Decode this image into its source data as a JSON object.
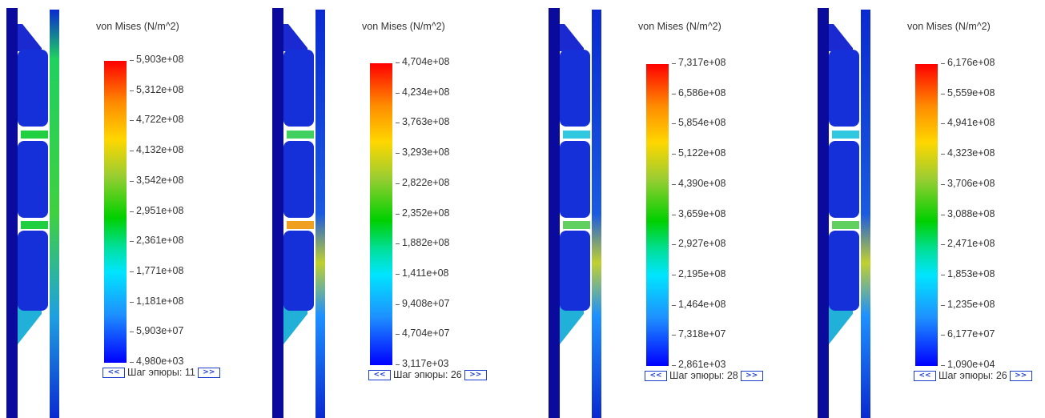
{
  "chart_data": [
    {
      "type": "contour-legend",
      "title": "von Mises (N/m^2)",
      "ticks": [
        "5,903e+08",
        "5,312e+08",
        "4,722e+08",
        "4,132e+08",
        "3,542e+08",
        "2,951e+08",
        "2,361e+08",
        "1,771e+08",
        "1,181e+08",
        "5,903e+07",
        "4,980e+03"
      ],
      "max": 590300000,
      "min": 4980,
      "step_label": "Шаг эпюры: 11",
      "prev_label": "<<",
      "next_label": ">>"
    },
    {
      "type": "contour-legend",
      "title": "von Mises (N/m^2)",
      "ticks": [
        "4,704e+08",
        "4,234e+08",
        "3,763e+08",
        "3,293e+08",
        "2,822e+08",
        "2,352e+08",
        "1,882e+08",
        "1,411e+08",
        "9,408e+07",
        "4,704e+07",
        "3,117e+03"
      ],
      "max": 470400000,
      "min": 3117,
      "step_label": "Шаг эпюры: 26",
      "prev_label": "<<",
      "next_label": ">>"
    },
    {
      "type": "contour-legend",
      "title": "von Mises (N/m^2)",
      "ticks": [
        "7,317e+08",
        "6,586e+08",
        "5,854e+08",
        "5,122e+08",
        "4,390e+08",
        "3,659e+08",
        "2,927e+08",
        "2,195e+08",
        "1,464e+08",
        "7,318e+07",
        "2,861e+03"
      ],
      "max": 731700000,
      "min": 2861,
      "step_label": "Шаг эпюры: 28",
      "prev_label": "<<",
      "next_label": ">>"
    },
    {
      "type": "contour-legend",
      "title": "von Mises (N/m^2)",
      "ticks": [
        "6,176e+08",
        "5,559e+08",
        "4,941e+08",
        "4,323e+08",
        "3,706e+08",
        "3,088e+08",
        "2,471e+08",
        "1,853e+08",
        "1,235e+08",
        "6,177e+07",
        "1,090e+04"
      ],
      "max": 617600000,
      "min": 10900,
      "step_label": "Шаг эпюры: 26",
      "prev_label": "<<",
      "next_label": ">>"
    }
  ]
}
